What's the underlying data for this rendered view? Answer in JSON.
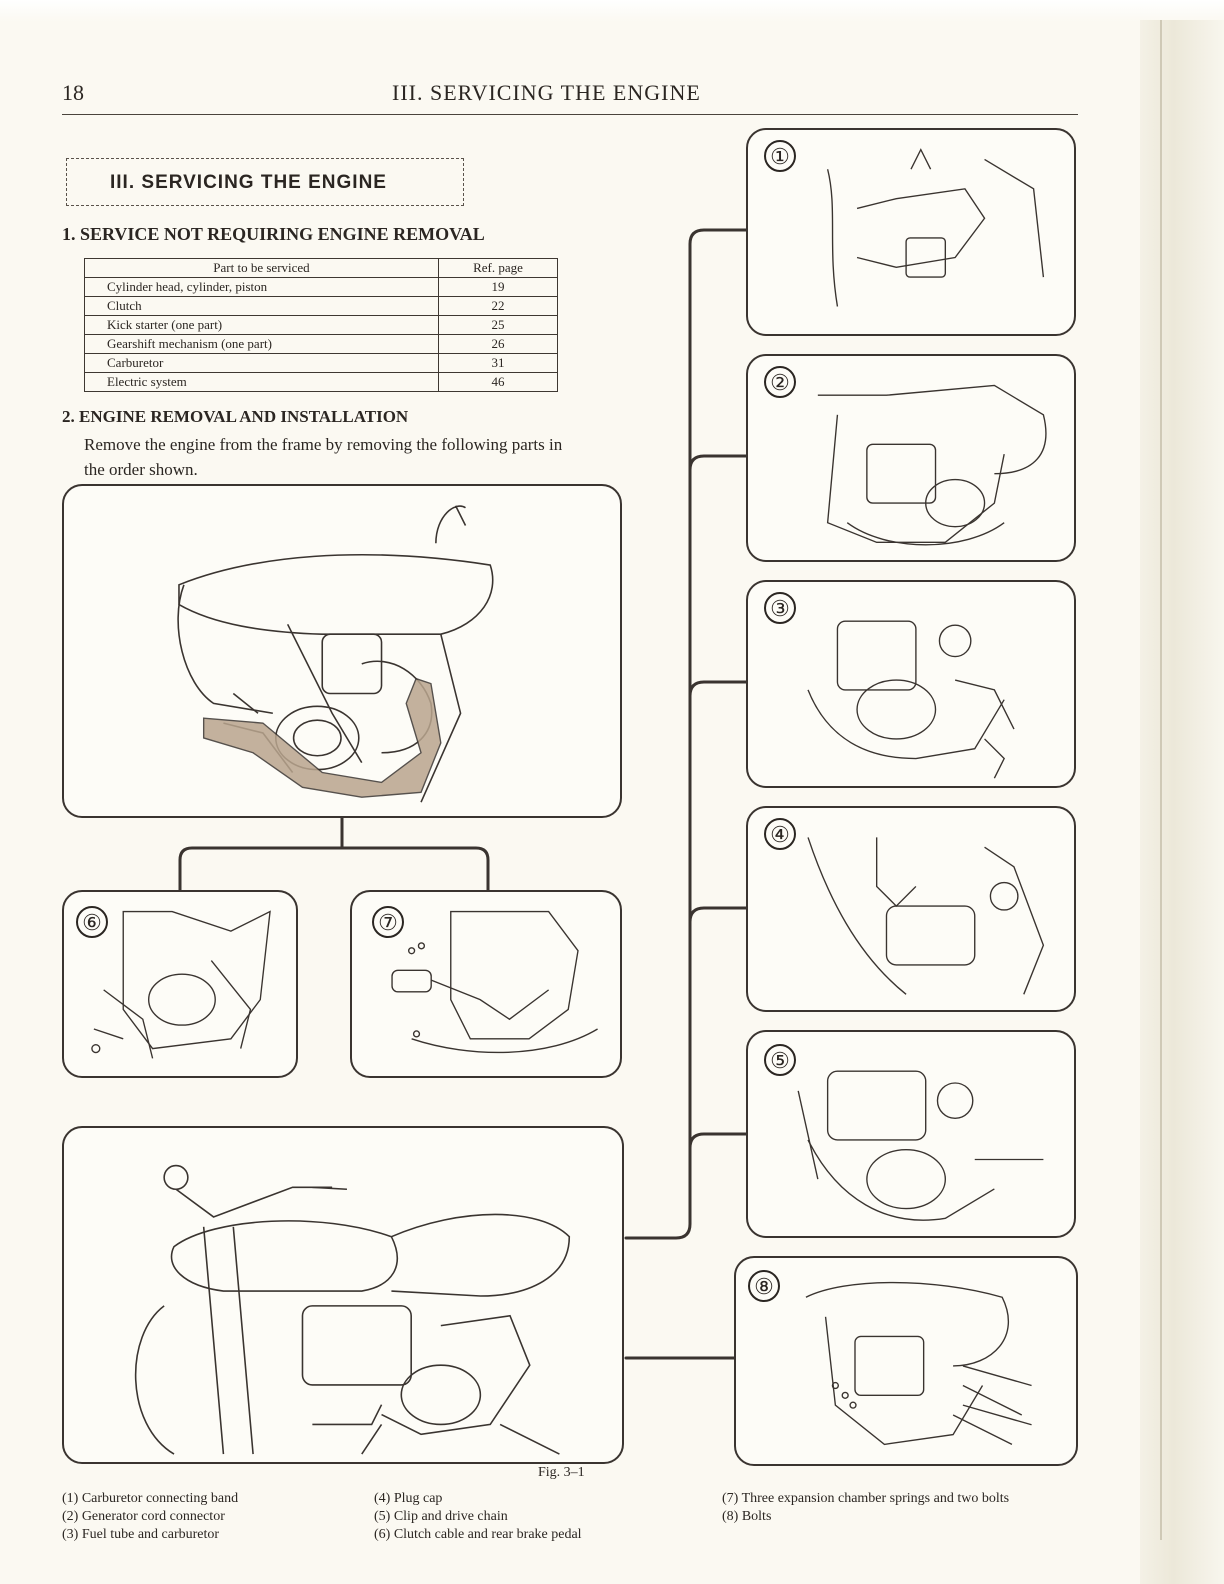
{
  "header": {
    "page_number": "18",
    "running_head": "III. SERVICING THE ENGINE"
  },
  "section_title": "III. SERVICING THE ENGINE",
  "heading_1": "1. SERVICE NOT REQUIRING ENGINE REMOVAL",
  "table": {
    "headers": [
      "Part to be serviced",
      "Ref. page"
    ],
    "rows": [
      [
        "Cylinder head, cylinder, piston",
        "19"
      ],
      [
        "Clutch",
        "22"
      ],
      [
        "Kick starter (one part)",
        "25"
      ],
      [
        "Gearshift mechanism (one part)",
        "26"
      ],
      [
        "Carburetor",
        "31"
      ],
      [
        "Electric system",
        "46"
      ]
    ]
  },
  "heading_2": "2. ENGINE REMOVAL AND INSTALLATION",
  "body_text": "Remove the engine from the frame by removing the following parts in the order shown.",
  "panels": {
    "step_1": "①",
    "step_2": "②",
    "step_3": "③",
    "step_4": "④",
    "step_5": "⑤",
    "step_6": "⑥",
    "step_7": "⑦",
    "step_8": "⑧"
  },
  "figure_label": "Fig. 3–1",
  "legend": {
    "col1": [
      "(1) Carburetor connecting band",
      "(2) Generator cord connector",
      "(3) Fuel tube and carburetor"
    ],
    "col2": [
      "(4) Plug cap",
      "(5) Clip and drive chain",
      "(6) Clutch cable and rear brake pedal"
    ],
    "col3": [
      "(7) Three expansion chamber springs and two bolts",
      "(8) Bolts"
    ]
  }
}
